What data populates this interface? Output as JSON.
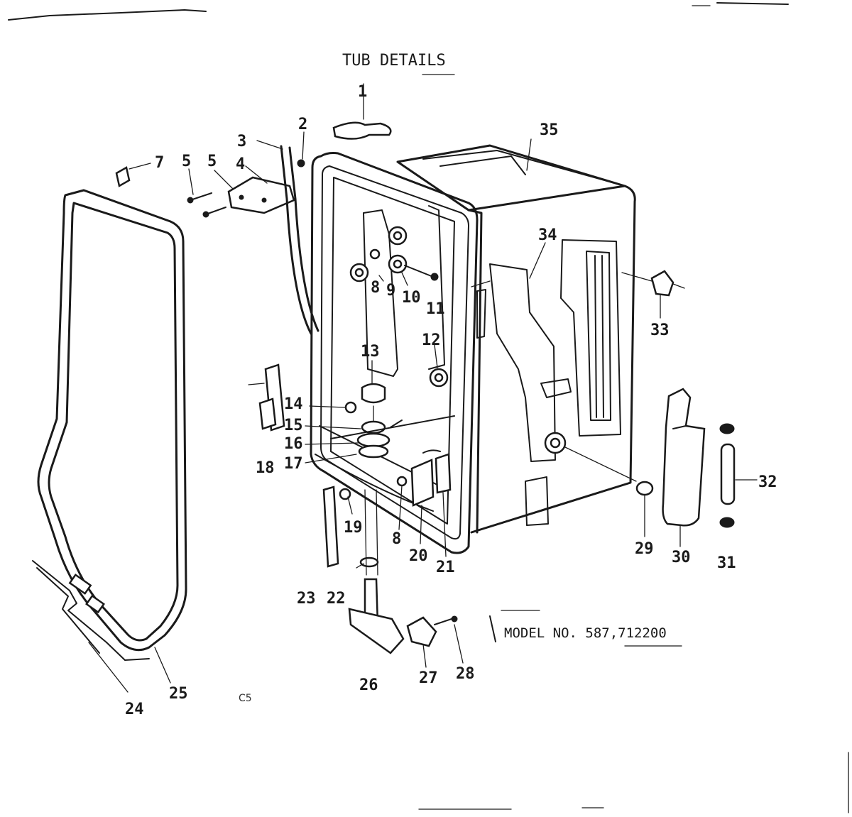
{
  "title": "TUB DETAILS",
  "model_label": "MODEL NO. 587,712200",
  "corner_code": "C5",
  "callouts": [
    {
      "id": "c1",
      "text": "1"
    },
    {
      "id": "c2",
      "text": "2"
    },
    {
      "id": "c3",
      "text": "3"
    },
    {
      "id": "c4",
      "text": "4"
    },
    {
      "id": "c5a",
      "text": "5"
    },
    {
      "id": "c5b",
      "text": "5"
    },
    {
      "id": "c7",
      "text": "7"
    },
    {
      "id": "c8a",
      "text": "8"
    },
    {
      "id": "c9",
      "text": "9"
    },
    {
      "id": "c10",
      "text": "10"
    },
    {
      "id": "c11",
      "text": "11"
    },
    {
      "id": "c12",
      "text": "12"
    },
    {
      "id": "c13",
      "text": "13"
    },
    {
      "id": "c14",
      "text": "14"
    },
    {
      "id": "c15",
      "text": "15"
    },
    {
      "id": "c16",
      "text": "16"
    },
    {
      "id": "c17",
      "text": "17"
    },
    {
      "id": "c18",
      "text": "18"
    },
    {
      "id": "c19",
      "text": "19"
    },
    {
      "id": "c8b",
      "text": "8"
    },
    {
      "id": "c20",
      "text": "20"
    },
    {
      "id": "c21",
      "text": "21"
    },
    {
      "id": "c22",
      "text": "22"
    },
    {
      "id": "c23",
      "text": "23"
    },
    {
      "id": "c24",
      "text": "24"
    },
    {
      "id": "c25",
      "text": "25"
    },
    {
      "id": "c26",
      "text": "26"
    },
    {
      "id": "c27",
      "text": "27"
    },
    {
      "id": "c28",
      "text": "28"
    },
    {
      "id": "c29",
      "text": "29"
    },
    {
      "id": "c30",
      "text": "30"
    },
    {
      "id": "c31",
      "text": "31"
    },
    {
      "id": "c32",
      "text": "32"
    },
    {
      "id": "c33",
      "text": "33"
    },
    {
      "id": "c34",
      "text": "34"
    },
    {
      "id": "c35",
      "text": "35"
    }
  ]
}
